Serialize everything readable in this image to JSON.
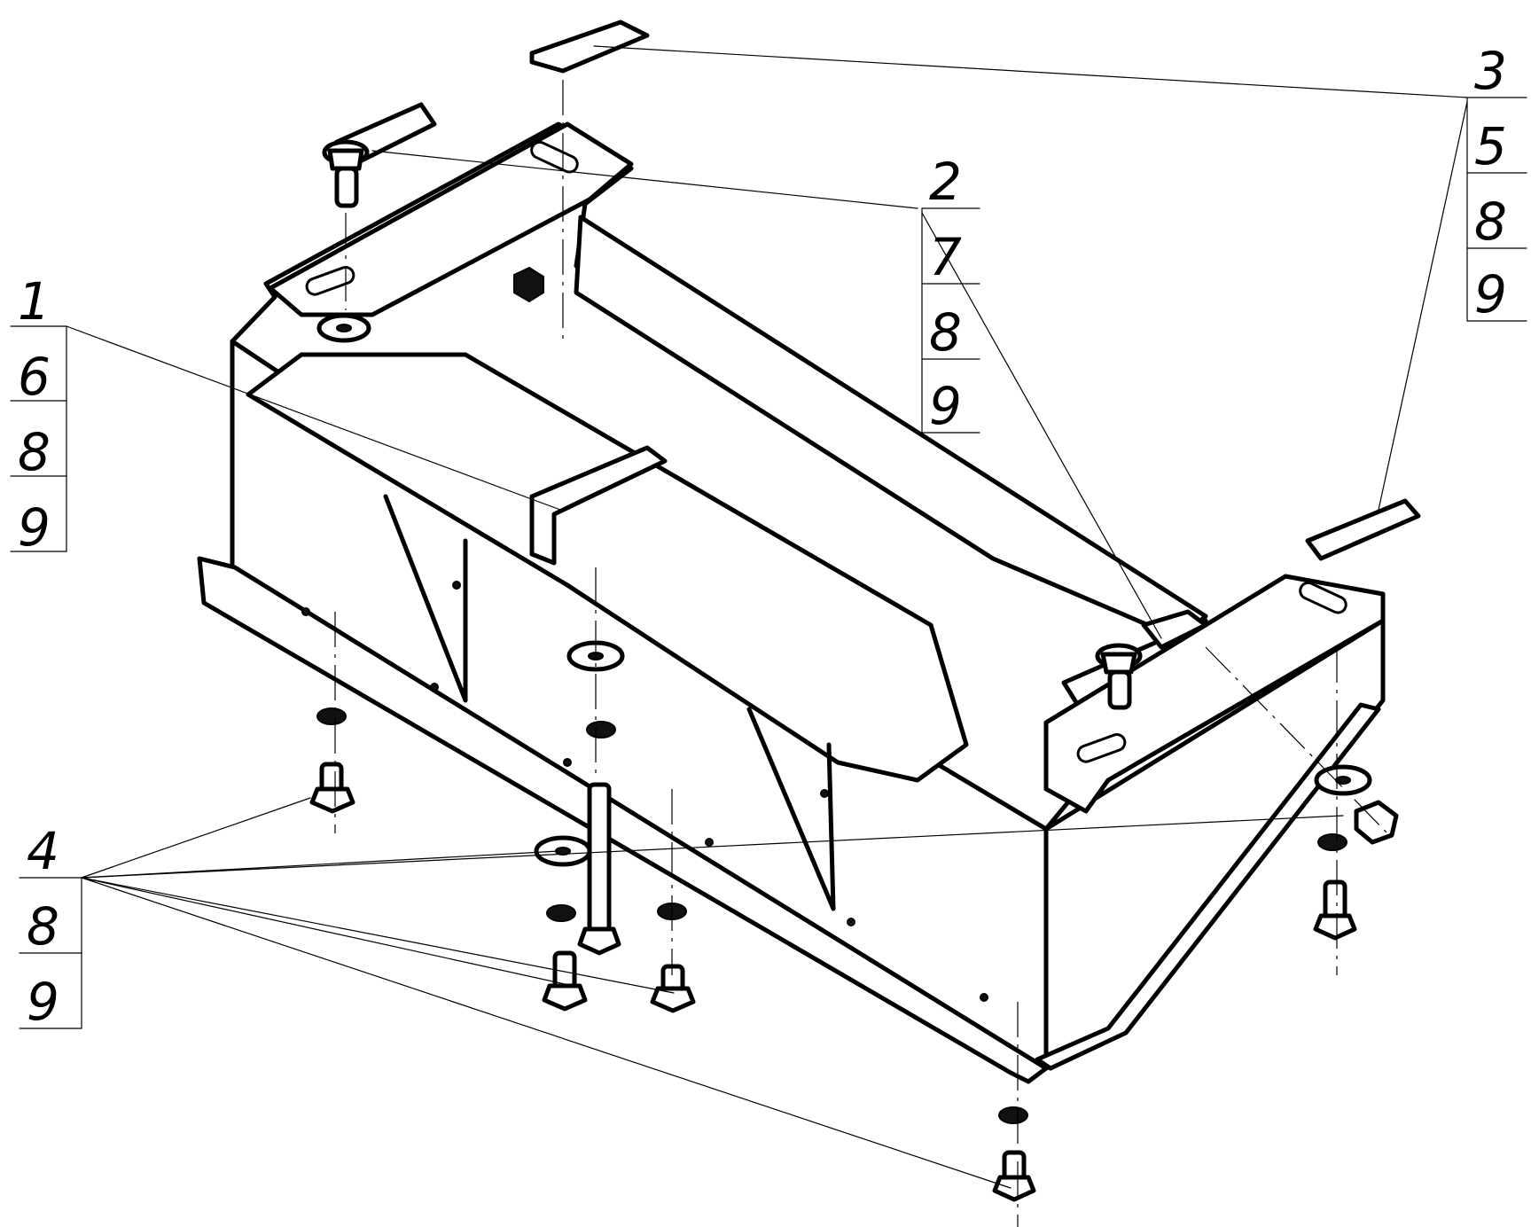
{
  "callouts": [
    {
      "id": "callout-1",
      "values": [
        "1",
        "6",
        "8",
        "9"
      ]
    },
    {
      "id": "callout-2",
      "values": [
        "2",
        "7",
        "8",
        "9"
      ]
    },
    {
      "id": "callout-3",
      "values": [
        "3",
        "5",
        "8",
        "9"
      ]
    },
    {
      "id": "callout-4",
      "values": [
        "4",
        "8",
        "9"
      ]
    }
  ]
}
